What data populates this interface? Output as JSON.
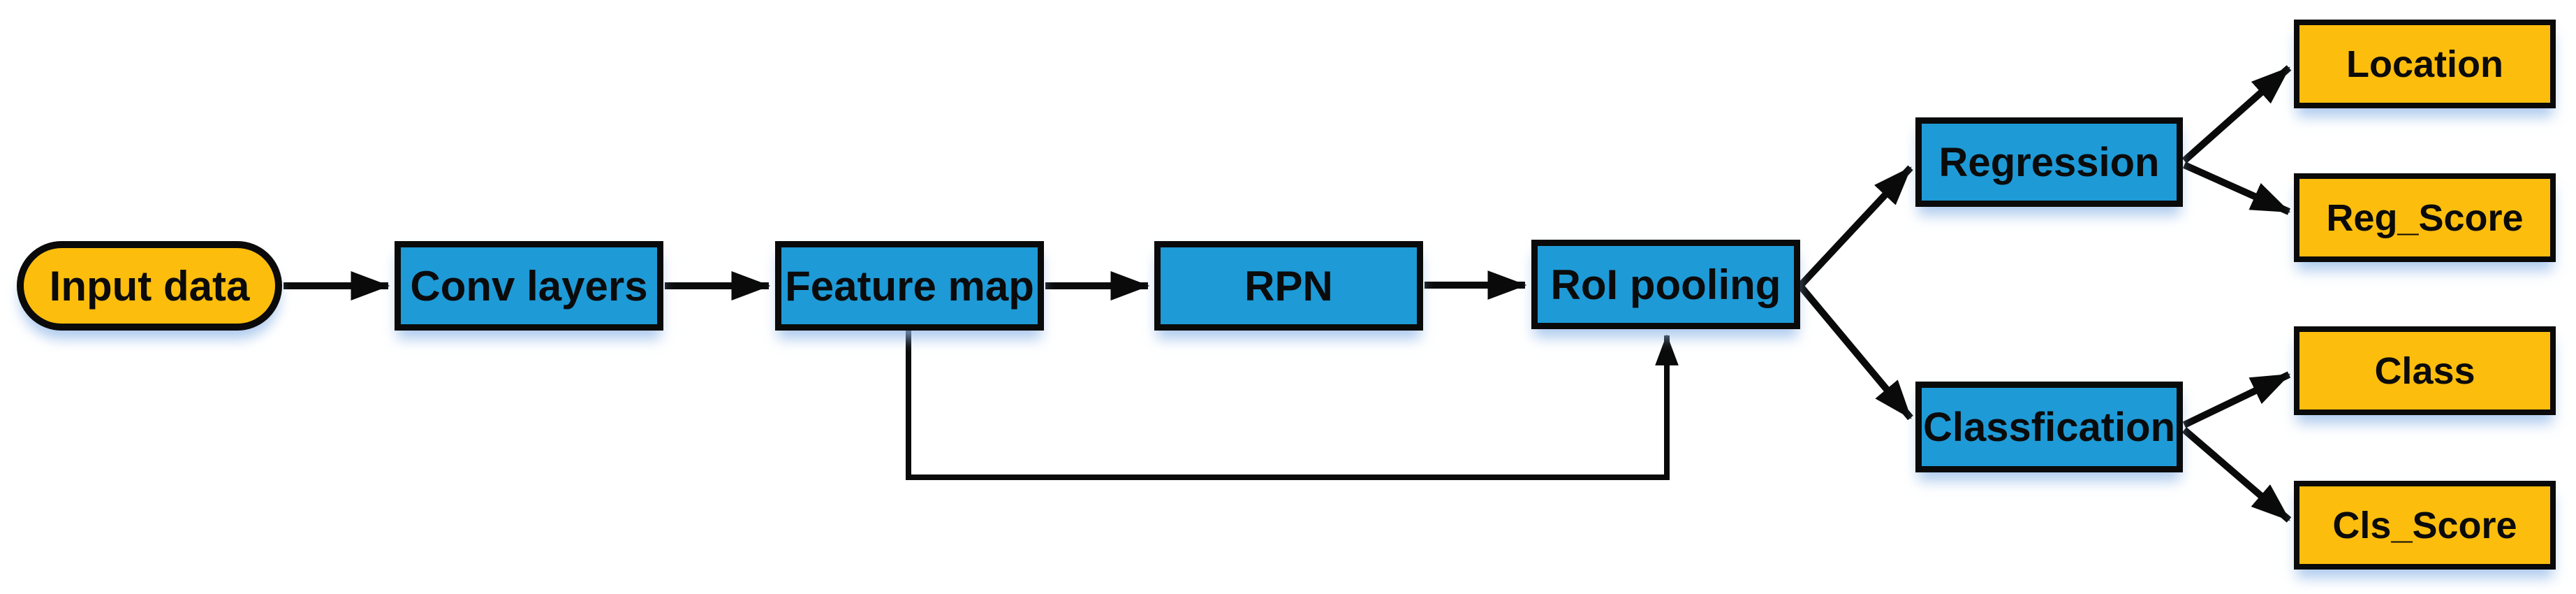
{
  "diagram": {
    "nodes": [
      {
        "id": "input-data",
        "label": "Input data",
        "shape": "stadium",
        "fill": "orange"
      },
      {
        "id": "conv-layers",
        "label": "Conv layers",
        "shape": "rect",
        "fill": "blue"
      },
      {
        "id": "feature-map",
        "label": "Feature map",
        "shape": "rect",
        "fill": "blue"
      },
      {
        "id": "rpn",
        "label": "RPN",
        "shape": "rect",
        "fill": "blue"
      },
      {
        "id": "roi-pooling",
        "label": "RoI pooling",
        "shape": "rect",
        "fill": "blue"
      },
      {
        "id": "regression",
        "label": "Regression",
        "shape": "rect",
        "fill": "blue"
      },
      {
        "id": "classfication",
        "label": "Classfication",
        "shape": "rect",
        "fill": "blue"
      },
      {
        "id": "location",
        "label": "Location",
        "shape": "rect",
        "fill": "orange"
      },
      {
        "id": "reg-score",
        "label": "Reg_Score",
        "shape": "rect",
        "fill": "orange"
      },
      {
        "id": "class",
        "label": "Class",
        "shape": "rect",
        "fill": "orange"
      },
      {
        "id": "cls-score",
        "label": "Cls_Score",
        "shape": "rect",
        "fill": "orange"
      }
    ],
    "edges": [
      {
        "from": "input-data",
        "to": "conv-layers",
        "style": "straight-arrow"
      },
      {
        "from": "conv-layers",
        "to": "feature-map",
        "style": "straight-arrow"
      },
      {
        "from": "feature-map",
        "to": "rpn",
        "style": "straight-arrow"
      },
      {
        "from": "rpn",
        "to": "roi-pooling",
        "style": "straight-arrow"
      },
      {
        "from": "feature-map",
        "to": "roi-pooling",
        "style": "elbow-skip-arrow"
      },
      {
        "from": "roi-pooling",
        "to": "regression",
        "style": "diagonal-arrow"
      },
      {
        "from": "roi-pooling",
        "to": "classfication",
        "style": "diagonal-arrow"
      },
      {
        "from": "regression",
        "to": "location",
        "style": "diagonal-arrow"
      },
      {
        "from": "regression",
        "to": "reg-score",
        "style": "diagonal-arrow"
      },
      {
        "from": "classfication",
        "to": "class",
        "style": "diagonal-arrow"
      },
      {
        "from": "classfication",
        "to": "cls-score",
        "style": "diagonal-arrow"
      }
    ],
    "colors": {
      "blue_fill": "#1E9AD7",
      "orange_fill": "#FCBD0D",
      "outline": "#0A0A0A",
      "arrow": "#0A0A0A",
      "shadow": "#9DBEE8",
      "background": "#FFFFFF"
    }
  }
}
